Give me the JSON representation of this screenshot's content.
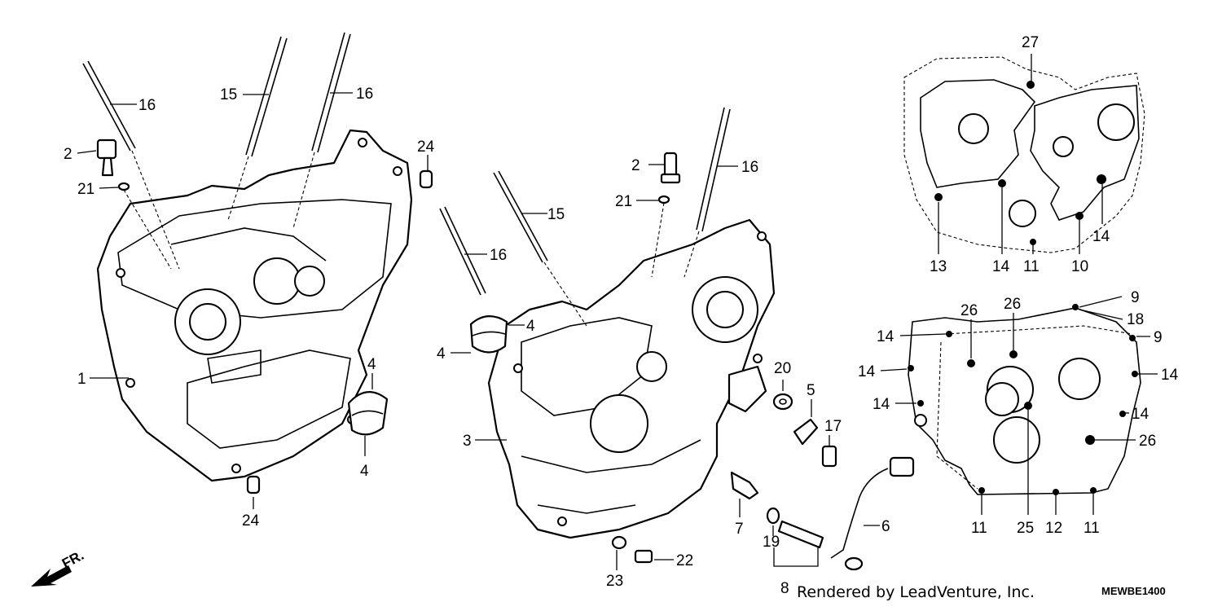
{
  "callouts": [
    {
      "id": "c16a",
      "text": "16"
    },
    {
      "id": "c15a",
      "text": "15"
    },
    {
      "id": "c16b",
      "text": "16"
    },
    {
      "id": "c2a",
      "text": "2"
    },
    {
      "id": "c21a",
      "text": "21"
    },
    {
      "id": "c24a",
      "text": "24"
    },
    {
      "id": "c1",
      "text": "1"
    },
    {
      "id": "c4a",
      "text": "4"
    },
    {
      "id": "c4b",
      "text": "4"
    },
    {
      "id": "c24b",
      "text": "24"
    },
    {
      "id": "c2b",
      "text": "2"
    },
    {
      "id": "c16c",
      "text": "16"
    },
    {
      "id": "c21b",
      "text": "21"
    },
    {
      "id": "c15b",
      "text": "15"
    },
    {
      "id": "c16d",
      "text": "16"
    },
    {
      "id": "c4c",
      "text": "4"
    },
    {
      "id": "c4d",
      "text": "4"
    },
    {
      "id": "c3",
      "text": "3"
    },
    {
      "id": "c20",
      "text": "20"
    },
    {
      "id": "c5",
      "text": "5"
    },
    {
      "id": "c17",
      "text": "17"
    },
    {
      "id": "c7",
      "text": "7"
    },
    {
      "id": "c19",
      "text": "19"
    },
    {
      "id": "c6",
      "text": "6"
    },
    {
      "id": "c22",
      "text": "22"
    },
    {
      "id": "c23",
      "text": "23"
    },
    {
      "id": "c8",
      "text": "8"
    },
    {
      "id": "c27",
      "text": "27"
    },
    {
      "id": "c13",
      "text": "13"
    },
    {
      "id": "c14a",
      "text": "14"
    },
    {
      "id": "c11a",
      "text": "11"
    },
    {
      "id": "c10",
      "text": "10"
    },
    {
      "id": "c14b",
      "text": "14"
    },
    {
      "id": "c9a",
      "text": "9"
    },
    {
      "id": "c18",
      "text": "18"
    },
    {
      "id": "c9b",
      "text": "9"
    },
    {
      "id": "c26a",
      "text": "26"
    },
    {
      "id": "c26b",
      "text": "26"
    },
    {
      "id": "c14c",
      "text": "14"
    },
    {
      "id": "c14d",
      "text": "14"
    },
    {
      "id": "c14e",
      "text": "14"
    },
    {
      "id": "c14f",
      "text": "14"
    },
    {
      "id": "c14g",
      "text": "14"
    },
    {
      "id": "c26c",
      "text": "26"
    },
    {
      "id": "c11b",
      "text": "11"
    },
    {
      "id": "c25",
      "text": "25"
    },
    {
      "id": "c12",
      "text": "12"
    },
    {
      "id": "c11c",
      "text": "11"
    }
  ],
  "direction_label": "FR.",
  "footer": {
    "rendered_by": "Rendered by LeadVenture, Inc.",
    "diagram_code": "MEWBE1400"
  }
}
